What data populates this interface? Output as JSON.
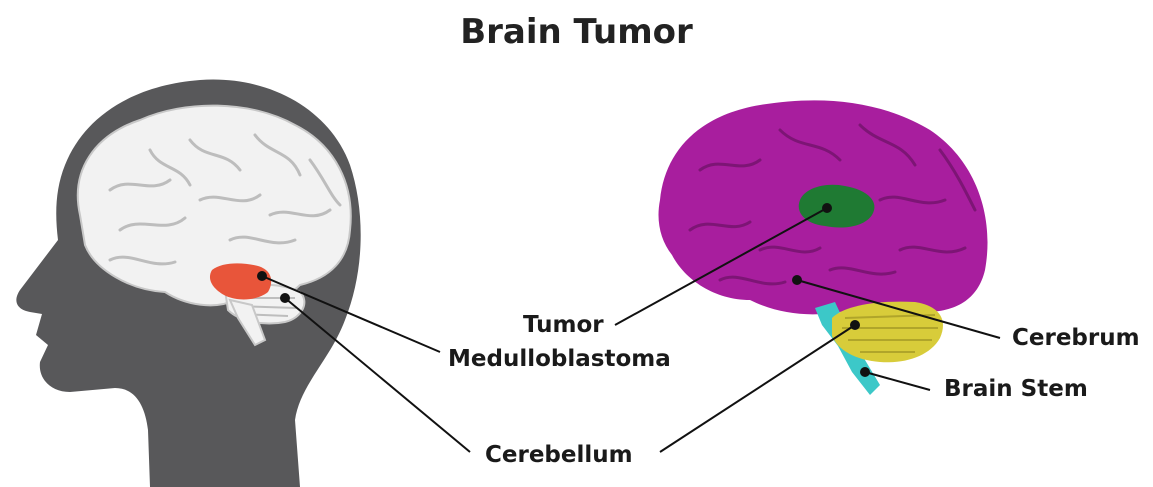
{
  "title": "Brain Tumor",
  "labels": {
    "tumor": "Tumor",
    "medulloblastoma": "Medulloblastoma",
    "cerebellum": "Cerebellum",
    "cerebrum": "Cerebrum",
    "brain_stem": "Brain Stem"
  },
  "colors": {
    "head": "#58585a",
    "brain_left": "#f2f2f2",
    "tumor_left": "#e8553a",
    "cerebrum": "#a81e9e",
    "tumor_right": "#1f7a33",
    "cerebellum": "#d8cc3a",
    "brain_stem": "#3cc8c8",
    "line": "#111111"
  }
}
